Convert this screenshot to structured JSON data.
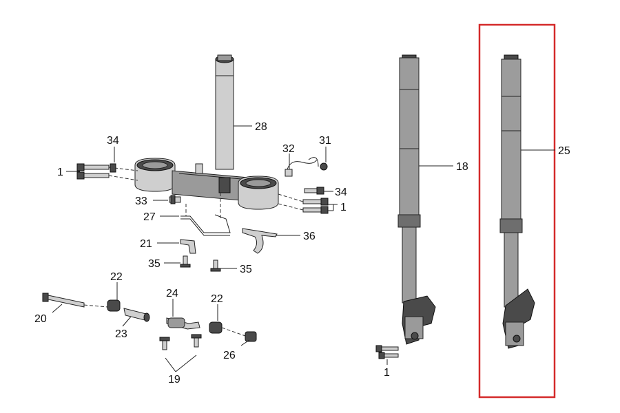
{
  "diagram": {
    "highlight_color": "#d42a2a",
    "callouts": {
      "c34a": "34",
      "c1a": "1",
      "c28": "28",
      "c32": "32",
      "c31": "31",
      "c34b": "34",
      "c33": "33",
      "c1b": "1",
      "c27": "27",
      "c36": "36",
      "c21": "21",
      "c35a": "35",
      "c35b": "35",
      "c22a": "22",
      "c24": "24",
      "c22b": "22",
      "c20": "20",
      "c23": "23",
      "c26": "26",
      "c19": "19",
      "c18": "18",
      "c1c": "1",
      "c25": "25"
    }
  }
}
